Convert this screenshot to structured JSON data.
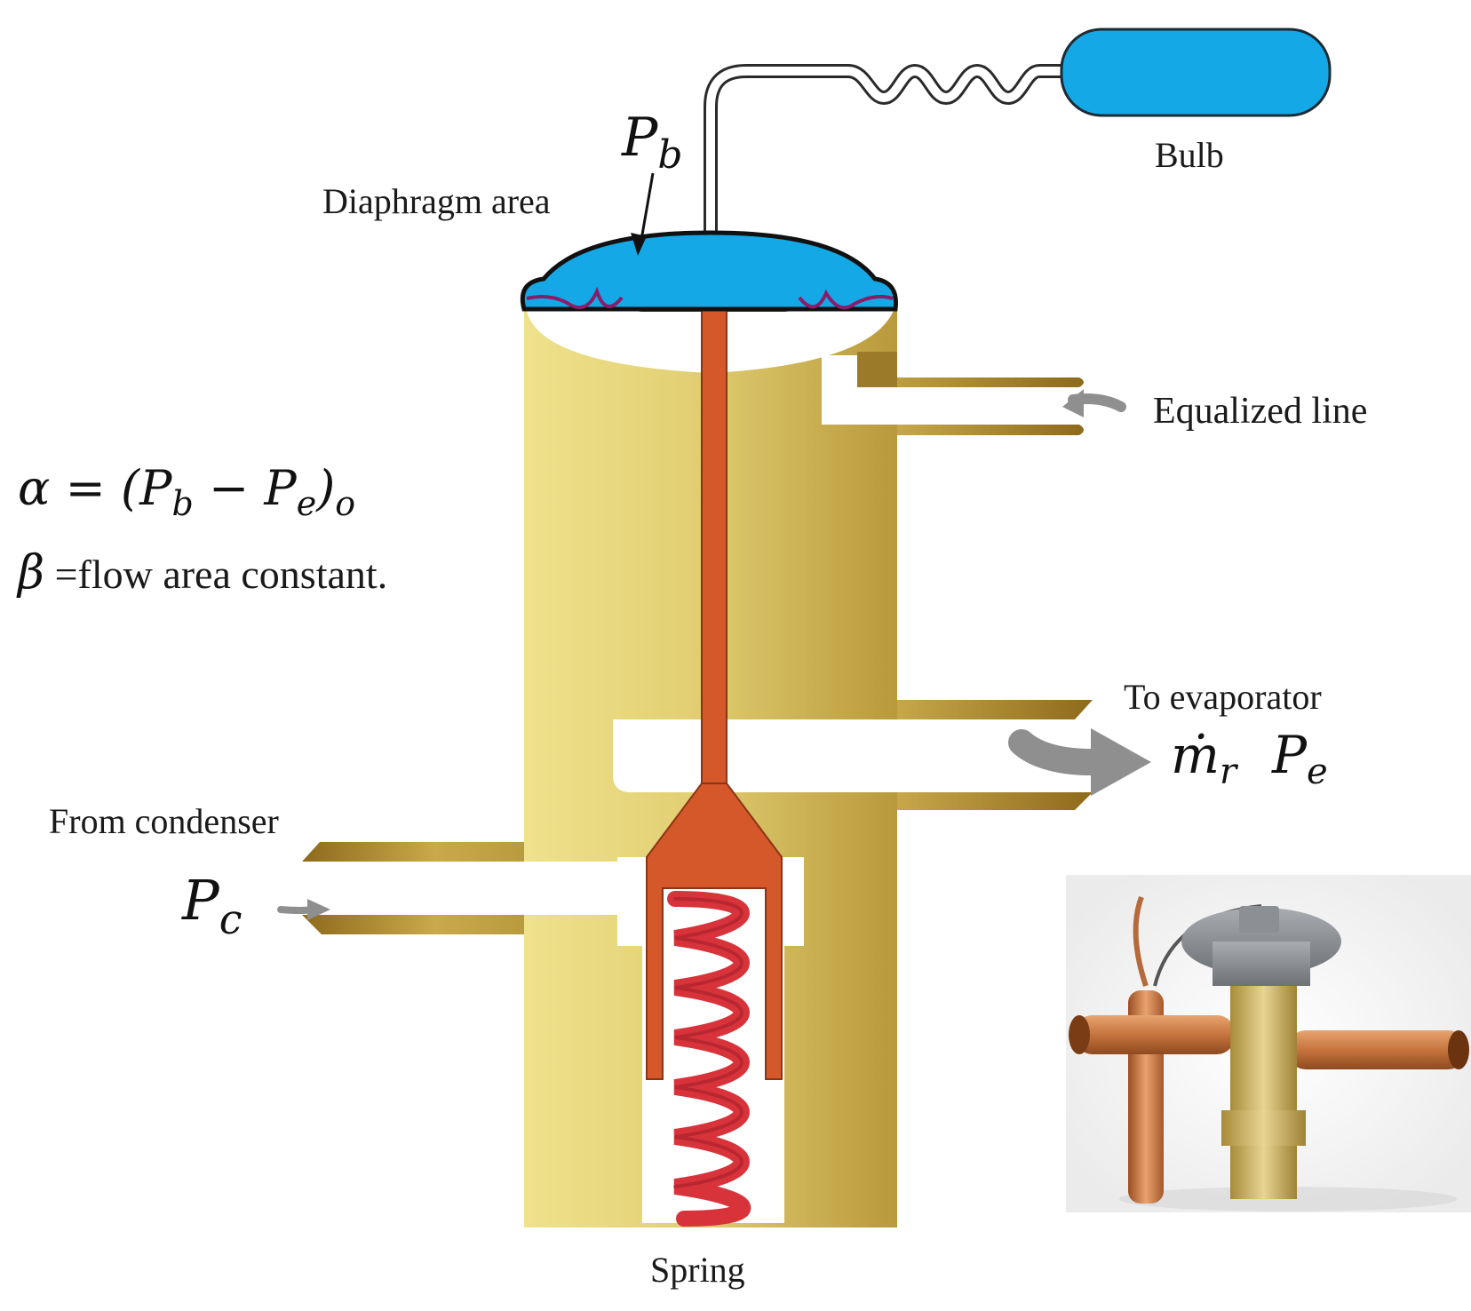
{
  "labels": {
    "bulb": "Bulb",
    "diaphragm_area": "Diaphragm area",
    "equalized_line": "Equalized line",
    "to_evaporator": "To evaporator",
    "from_condenser": "From condenser",
    "spring": "Spring"
  },
  "symbols": {
    "p_b_main": "P",
    "p_b_sub": "b",
    "p_c_main": "P",
    "p_c_sub": "c",
    "m_dot": "ṁ",
    "m_sub": "r",
    "p_e_main": "P",
    "p_e_sub": "e"
  },
  "equations": {
    "alpha_lhs": "α = (P",
    "alpha_sub_b": "b",
    "alpha_mid": " − P",
    "alpha_sub_e": "e",
    "alpha_close": ")",
    "alpha_sub_o": "o",
    "beta_symbol": "β",
    "beta_text": " =flow area constant."
  },
  "colors": {
    "brass_light": "#e8d97e",
    "brass_dark": "#b89a3c",
    "fluid_blue": "#14a9e6",
    "stem_orange": "#d4582a",
    "spring_red": "#d8333a",
    "diaphragm_purple": "#8a1c6a",
    "arrow_gray": "#8f8f8f"
  }
}
